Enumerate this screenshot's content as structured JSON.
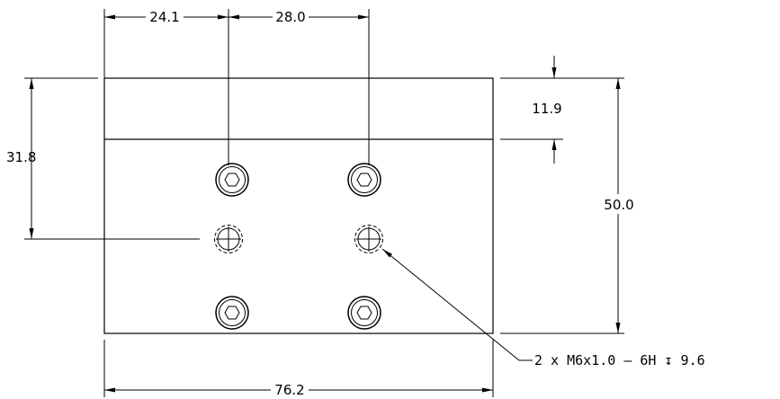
{
  "dimensions": {
    "top_left": "24.1",
    "top_right": "28.0",
    "left_height": "31.8",
    "right_small": "11.9",
    "right_height": "50.0",
    "bottom_width": "76.2"
  },
  "callout": {
    "text": "2 x M6x1.0 – 6H ↧ 9.6"
  }
}
